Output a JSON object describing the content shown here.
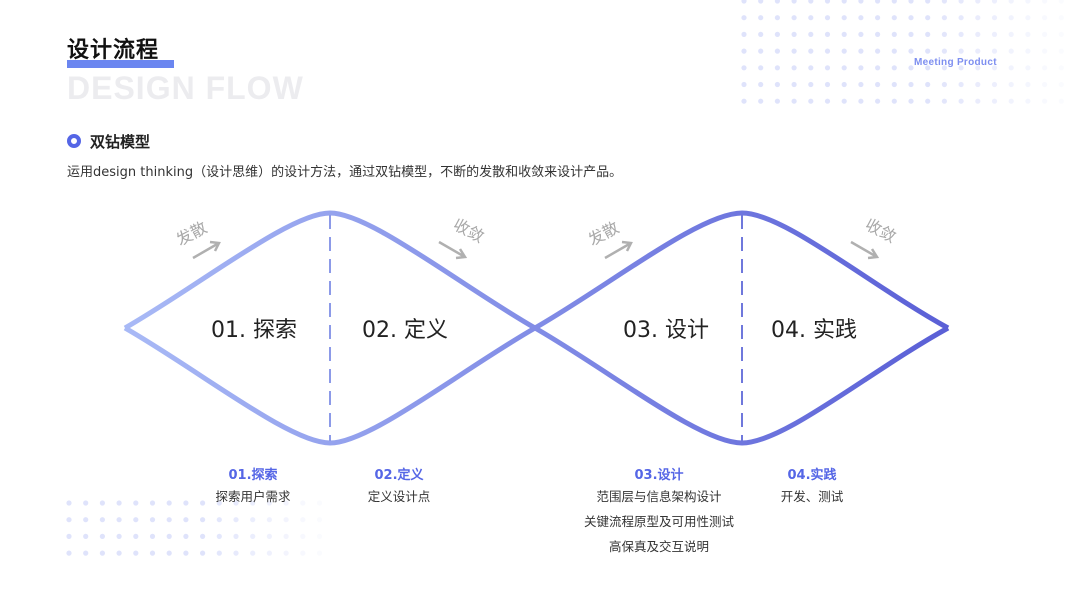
{
  "header": {
    "title": "设计流程",
    "bg_title": "DESIGN FLOW",
    "brand": "Meeting Product"
  },
  "section": {
    "title": "双钻模型",
    "description": "运用design thinking（设计思维）的设计方法，通过双钻模型，不断的发散和收敛来设计产品。"
  },
  "diagram": {
    "phases": [
      "01. 探索",
      "02. 定义",
      "03. 设计",
      "04. 实践"
    ],
    "arrows": [
      "发散",
      "收敛",
      "发散",
      "收敛"
    ],
    "colors": {
      "start": "#a9baf6",
      "end": "#5a5fd6",
      "arrow": "#b0b0b0"
    }
  },
  "stages": [
    {
      "title": "01.探索",
      "lines": [
        "探索用户需求"
      ]
    },
    {
      "title": "02.定义",
      "lines": [
        "定义设计点"
      ]
    },
    {
      "title": "03.设计",
      "lines": [
        "范围层与信息架构设计",
        "关键流程原型及可用性测试",
        "高保真及交互说明"
      ]
    },
    {
      "title": "04.实践",
      "lines": [
        "开发、测试"
      ]
    }
  ]
}
